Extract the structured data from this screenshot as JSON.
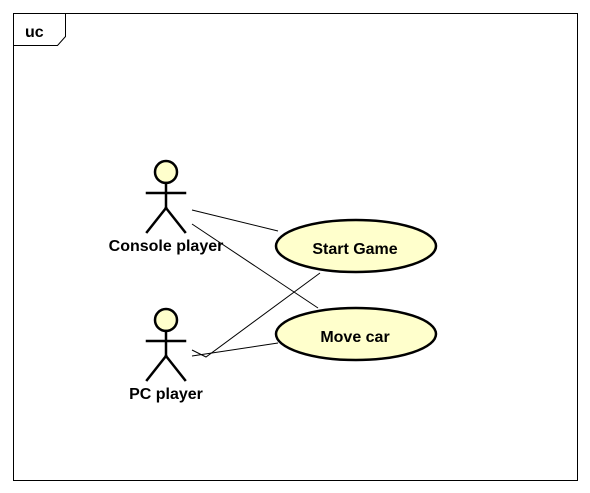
{
  "frame": {
    "title": "uc"
  },
  "actors": [
    {
      "id": "console",
      "name": "Console player"
    },
    {
      "id": "pc",
      "name": "PC player"
    }
  ],
  "use_cases": [
    {
      "id": "start",
      "name": "Start Game"
    },
    {
      "id": "move",
      "name": "Move car"
    }
  ],
  "associations": [
    {
      "from": "console",
      "to": "start"
    },
    {
      "from": "console",
      "to": "move"
    },
    {
      "from": "pc",
      "to": "start"
    },
    {
      "from": "pc",
      "to": "move"
    }
  ],
  "colors": {
    "use_case_fill": "#ffffcc",
    "actor_head_fill": "#ffffcc",
    "stroke": "#000000",
    "background": "#ffffff"
  }
}
